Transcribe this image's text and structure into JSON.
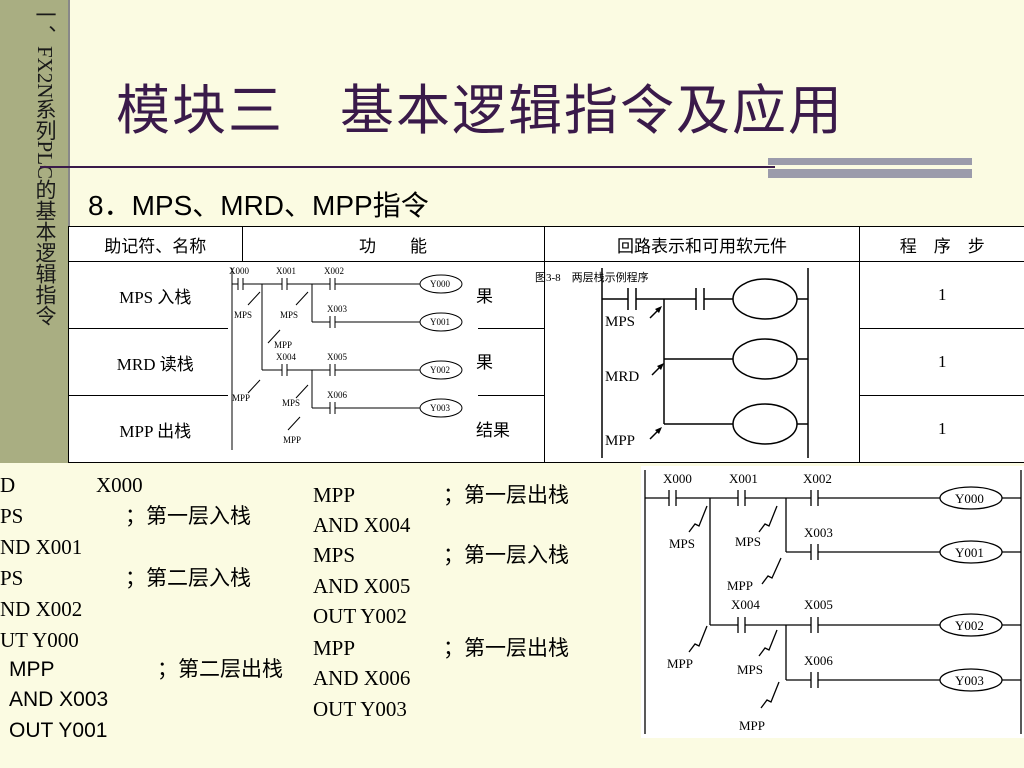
{
  "sidebar": {
    "text": "一、FX2N系列PLC的基本逻辑指令"
  },
  "title": "模块三　基本逻辑指令及应用",
  "section_heading": "8．MPS、MRD、MPP指令",
  "table": {
    "headers": [
      "助记符、名称",
      "功　　能",
      "回路表示和可用软元件",
      "程　序　步"
    ],
    "rows": [
      {
        "name": "MPS 入栈",
        "func_tail": "果",
        "steps": "1"
      },
      {
        "name": "MRD 读栈",
        "func_tail": "果",
        "steps": "1"
      },
      {
        "name": "MPP 出栈",
        "func_tail": "结果",
        "steps": "1"
      }
    ],
    "figure_caption": "图3-8　两层栈示例程序",
    "circuit_labels": [
      "MPS",
      "MRD",
      "MPP"
    ]
  },
  "inline_diagram": {
    "contacts": [
      "X000",
      "X001",
      "X002",
      "X003",
      "X004",
      "X005",
      "X006"
    ],
    "coils": [
      "Y000",
      "Y001",
      "Y002",
      "Y003"
    ],
    "stack_labels": [
      "MPS",
      "MPS",
      "MPP",
      "MPP",
      "MPS",
      "MPP"
    ]
  },
  "code_left": [
    {
      "instr": "D",
      "arg": "X000",
      "comment": ""
    },
    {
      "instr": "PS",
      "arg": "",
      "comment": "；第一层入栈"
    },
    {
      "instr": "ND  X001",
      "arg": "",
      "comment": ""
    },
    {
      "instr": "PS",
      "arg": "",
      "comment": "；第二层入栈"
    },
    {
      "instr": "ND  X002",
      "arg": "",
      "comment": ""
    },
    {
      "instr": "UT  Y000",
      "arg": "",
      "comment": ""
    },
    {
      "instr": "MPP",
      "arg": "",
      "comment": "；第二层出栈"
    },
    {
      "instr": "AND  X003",
      "arg": "",
      "comment": ""
    },
    {
      "instr": "OUT  Y001",
      "arg": "",
      "comment": ""
    }
  ],
  "code_mid": [
    {
      "instr": "MPP",
      "comment": "；第一层出栈"
    },
    {
      "instr": "AND  X004",
      "comment": ""
    },
    {
      "instr": "MPS",
      "comment": "；第一层入栈"
    },
    {
      "instr": "AND  X005",
      "comment": ""
    },
    {
      "instr": "OUT  Y002",
      "comment": ""
    },
    {
      "instr": "MPP",
      "comment": "；第一层出栈"
    },
    {
      "instr": "AND  X006",
      "comment": ""
    },
    {
      "instr": "OUT  Y003",
      "comment": ""
    }
  ],
  "diagram": {
    "contacts": [
      "X000",
      "X001",
      "X002",
      "X003",
      "X004",
      "X005",
      "X006"
    ],
    "coils": [
      "Y000",
      "Y001",
      "Y002",
      "Y003"
    ],
    "stack_labels": [
      "MPS",
      "MPS",
      "MPP",
      "MPP",
      "MPS",
      "MPP"
    ]
  }
}
